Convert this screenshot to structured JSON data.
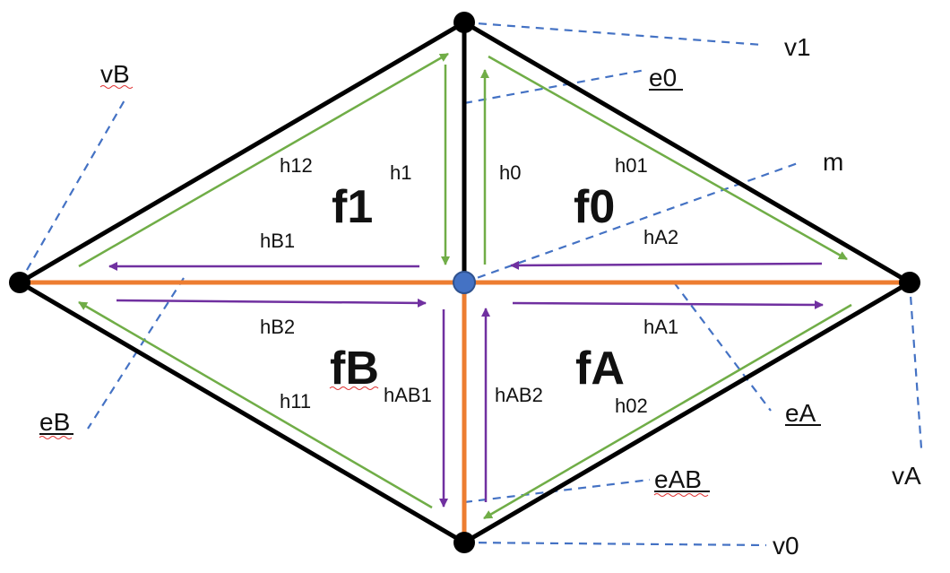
{
  "colors": {
    "outer_edge": "#000000",
    "split_edge": "#ed7d31",
    "he_green": "#70ad47",
    "he_purple": "#7030a0",
    "leader": "#4472c4",
    "midpoint_fill": "#4472c4",
    "midpoint_stroke": "#2f528f",
    "vertex": "#000000"
  },
  "faces": {
    "f0": "f0",
    "f1": "f1",
    "fA": "fA",
    "fB": "fB"
  },
  "halfedges": {
    "h0": "h0",
    "h1": "h1",
    "h01": "h01",
    "h12": "h12",
    "hA1": "hA1",
    "hA2": "hA2",
    "hB1": "hB1",
    "hB2": "hB2",
    "hAB1": "hAB1",
    "hAB2": "hAB2",
    "h02": "h02",
    "h11": "h11"
  },
  "refs": {
    "v0": "v0",
    "v1": "v1",
    "vA": "vA",
    "vB": "vB",
    "e0": "e0",
    "eA": "eA",
    "eB": "eB",
    "eAB": "eAB",
    "m": "m"
  }
}
